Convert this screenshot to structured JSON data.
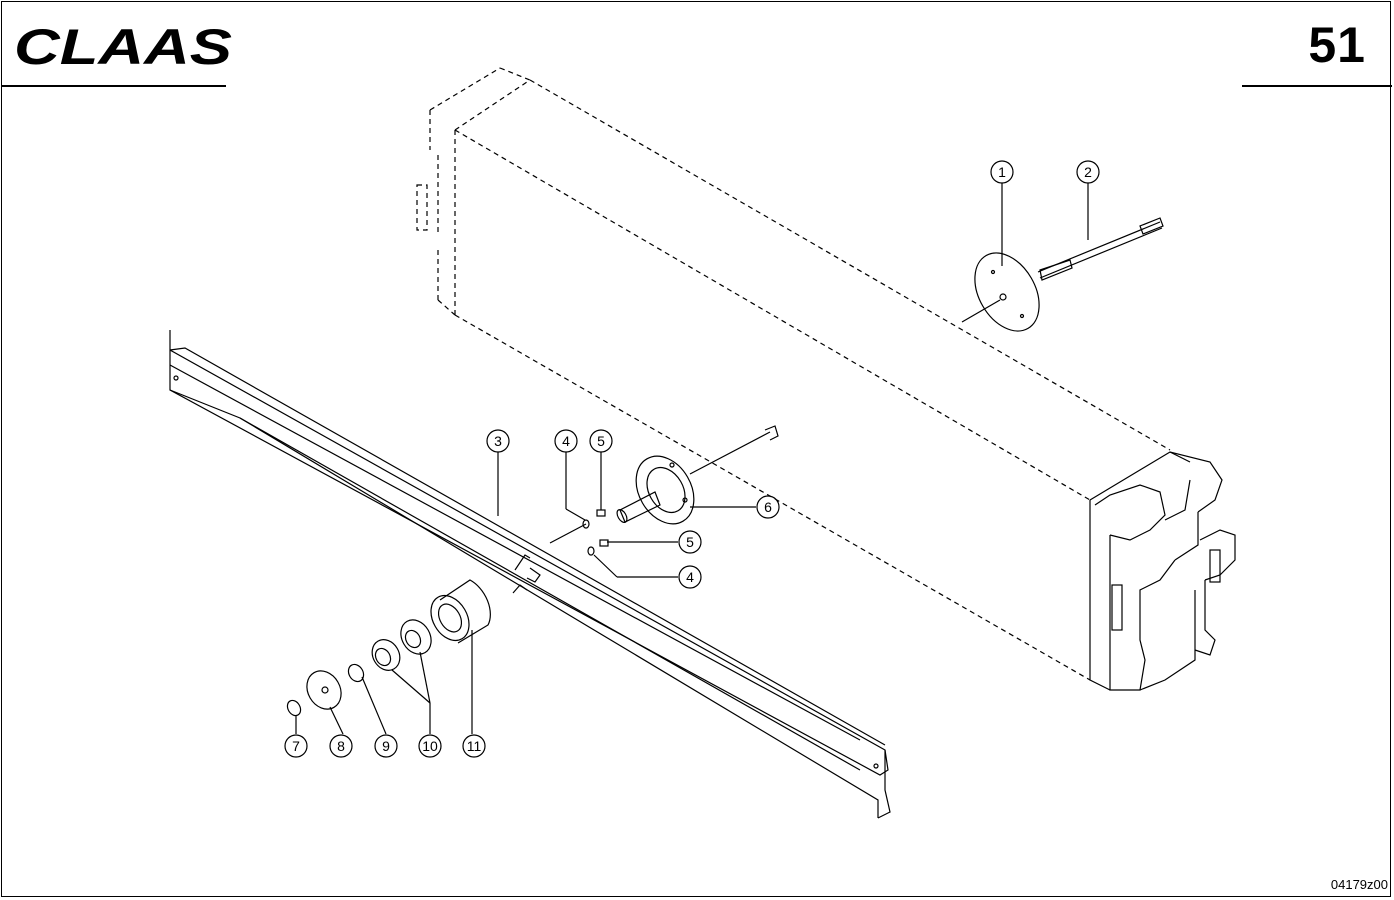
{
  "header": {
    "brand": "CLAAS",
    "page_number": "51"
  },
  "footer": {
    "drawing_id": "04179z00"
  },
  "callouts": [
    {
      "id": "c1",
      "label": "1"
    },
    {
      "id": "c2",
      "label": "2"
    },
    {
      "id": "c3",
      "label": "3"
    },
    {
      "id": "c4a",
      "label": "4"
    },
    {
      "id": "c5a",
      "label": "5"
    },
    {
      "id": "c6",
      "label": "6"
    },
    {
      "id": "c5b",
      "label": "5"
    },
    {
      "id": "c4b",
      "label": "4"
    },
    {
      "id": "c7",
      "label": "7"
    },
    {
      "id": "c8",
      "label": "8"
    },
    {
      "id": "c9",
      "label": "9"
    },
    {
      "id": "c10",
      "label": "10"
    },
    {
      "id": "c11",
      "label": "11"
    }
  ]
}
